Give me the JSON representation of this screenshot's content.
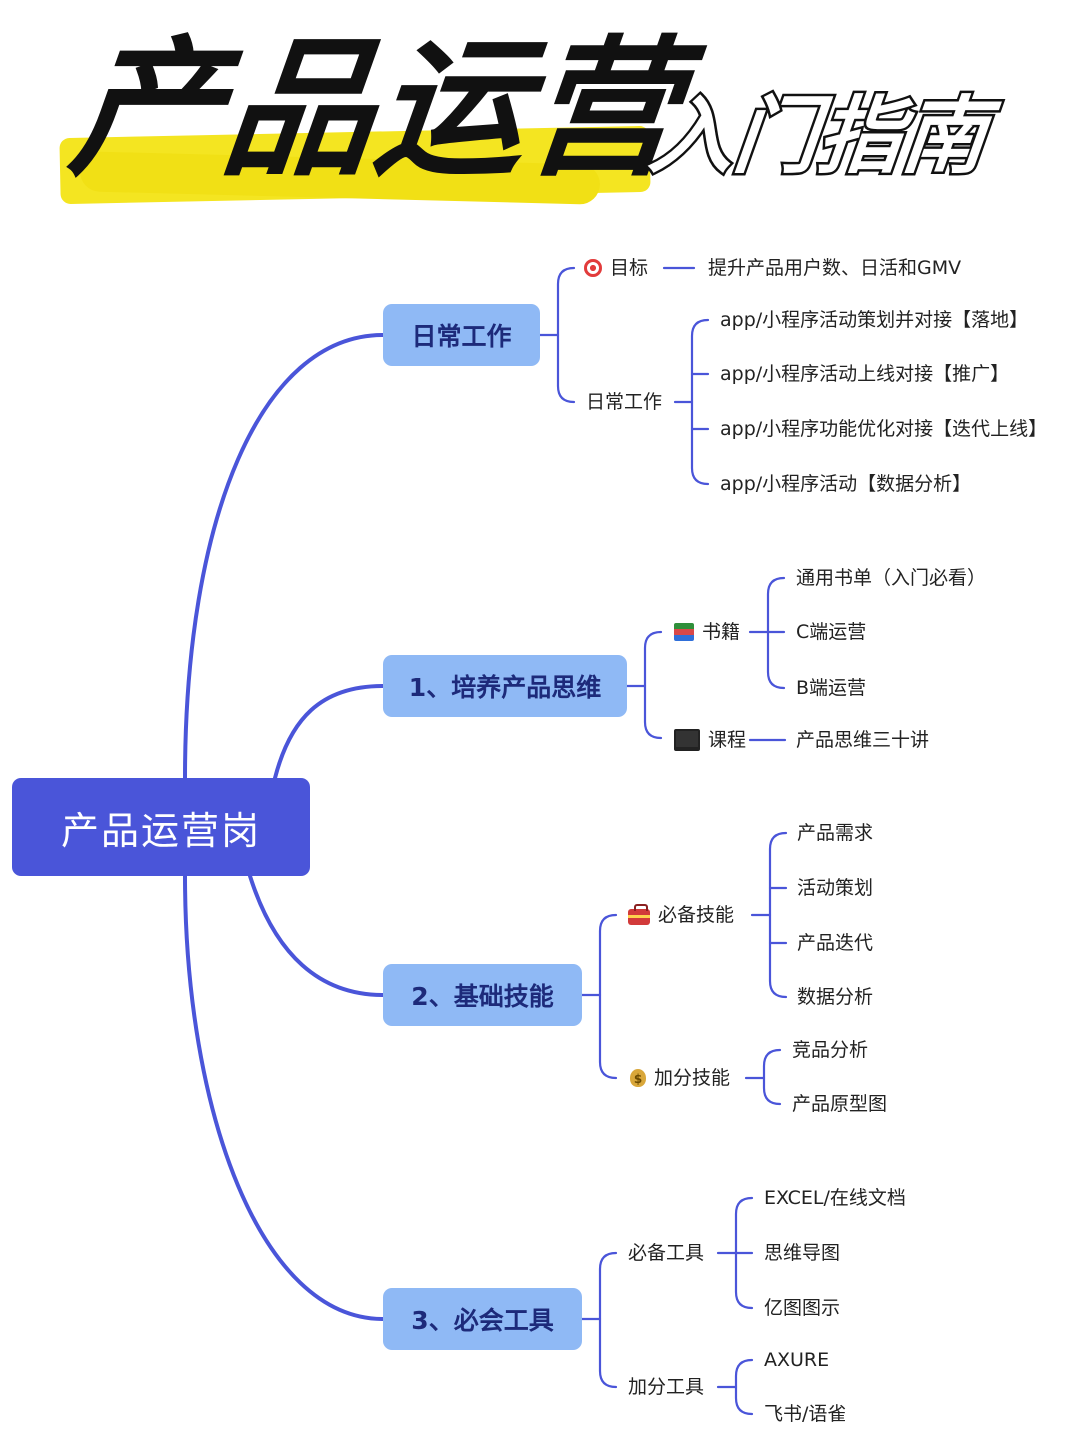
{
  "title": {
    "main": "产品运营",
    "sub": "入门指南"
  },
  "root": "产品运营岗",
  "branches": {
    "daily": {
      "label": "日常工作",
      "goal": {
        "icon": "target-icon",
        "label": "目标",
        "child": "提升产品用户数、日活和GMV"
      },
      "work": {
        "label": "日常工作",
        "items": [
          "app/小程序活动策划并对接【落地】",
          "app/小程序活动上线对接【推广】",
          "app/小程序功能优化对接【迭代上线】",
          "app/小程序活动【数据分析】"
        ]
      }
    },
    "thinking": {
      "label": "1、培养产品思维",
      "books": {
        "icon": "books-icon",
        "label": "书籍",
        "items": [
          "通用书单（入门必看）",
          "C端运营",
          "B端运营"
        ]
      },
      "course": {
        "icon": "laptop-icon",
        "label": "课程",
        "child": "产品思维三十讲"
      }
    },
    "skills": {
      "label": "2、基础技能",
      "required": {
        "icon": "toolbox-icon",
        "label": "必备技能",
        "items": [
          "产品需求",
          "活动策划",
          "产品迭代",
          "数据分析"
        ]
      },
      "bonus": {
        "icon": "money-bag-icon",
        "label": "加分技能",
        "items": [
          "竞品分析",
          "产品原型图"
        ]
      }
    },
    "tools": {
      "label": "3、必会工具",
      "required": {
        "label": "必备工具",
        "items": [
          "EXCEL/在线文档",
          "思维导图",
          "亿图图示"
        ]
      },
      "bonus": {
        "label": "加分工具",
        "items": [
          "AXURE",
          "飞书/语雀"
        ]
      }
    }
  },
  "colors": {
    "root": "#4a55d9",
    "branch": "#8fb9f5",
    "line": "#4a55d9",
    "highlight": "#f4e521"
  }
}
